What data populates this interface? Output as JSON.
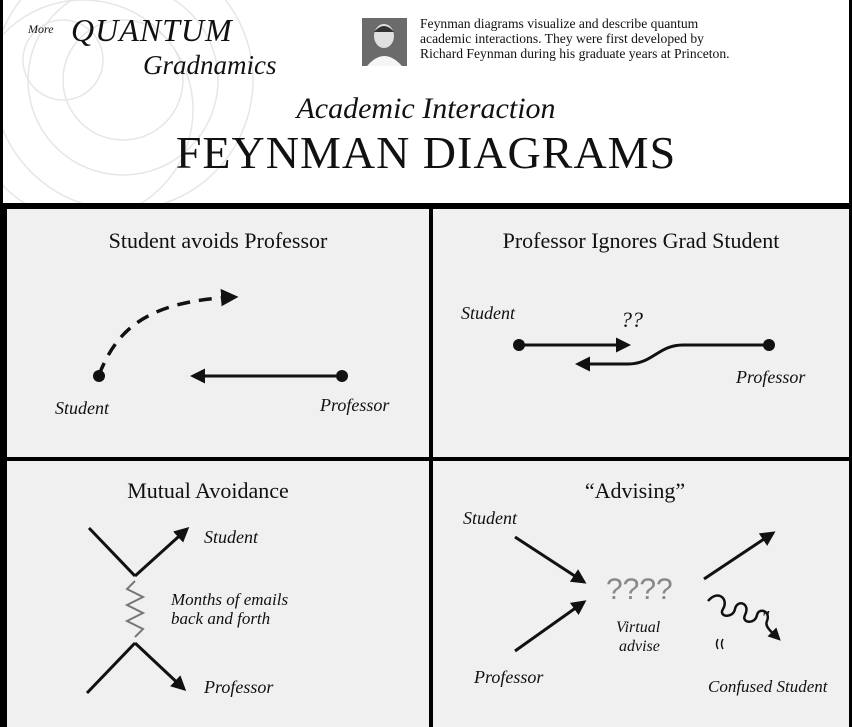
{
  "header": {
    "brand_prefix": "More",
    "brand_main": "QUANTUM",
    "brand_sub": "Gradnamics",
    "intro_lines": [
      "Feynman diagrams visualize and describe quantum",
      "academic interactions. They were first developed by",
      "Richard Feynman during his graduate years at Princeton."
    ],
    "subtitle": "Academic Interaction",
    "title": "FEYNMAN DIAGRAMS"
  },
  "panels": {
    "avoid": {
      "title": "Student avoids Professor",
      "student": "Student",
      "professor": "Professor"
    },
    "ignore": {
      "title": "Professor Ignores Grad Student",
      "student": "Student",
      "professor": "Professor",
      "confusion": "??"
    },
    "mutual": {
      "title": "Mutual Avoidance",
      "student": "Student",
      "professor": "Professor",
      "emails_line1": "Months of emails",
      "emails_line2": "back and forth"
    },
    "advising": {
      "title": "“Advising”",
      "student": "Student",
      "professor": "Professor",
      "unknown": "????",
      "virtual_line1": "Virtual",
      "virtual_line2": "advise",
      "confused": "Confused Student"
    }
  },
  "colors": {
    "background": "#000000",
    "panel": "#f0f0f0",
    "header": "#ffffff",
    "ink": "#111111",
    "unknown_text": "#888888"
  }
}
